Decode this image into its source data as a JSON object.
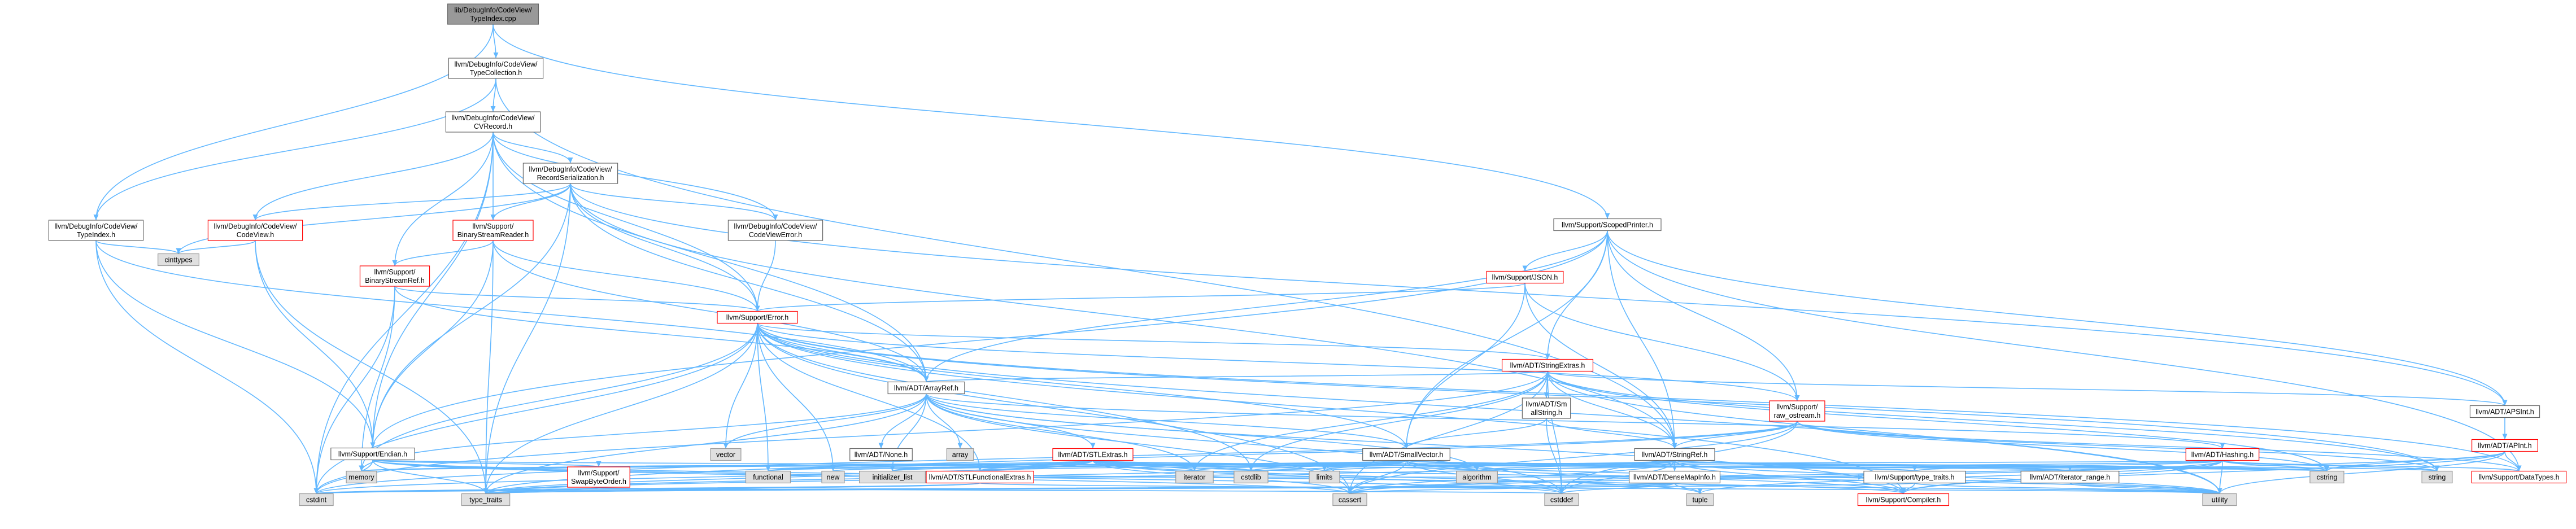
{
  "colors": {
    "root_fill": "#999999",
    "normal_fill": "#ffffff",
    "system_fill": "#e0e0e0",
    "normal_border": "#666666",
    "red_border": "#ff0000",
    "system_border": "#999999",
    "edge": "#63b8ff"
  },
  "nodes": [
    {
      "id": "root",
      "label": "lib/DebugInfo/CodeView/TypeIndex.cpp",
      "style": "root"
    },
    {
      "id": "typecollection",
      "label": "llvm/DebugInfo/CodeView/TypeCollection.h",
      "style": "normal"
    },
    {
      "id": "cvrecord",
      "label": "llvm/DebugInfo/CodeView/CVRecord.h",
      "style": "normal"
    },
    {
      "id": "recordserialization",
      "label": "llvm/DebugInfo/CodeView/RecordSerialization.h",
      "style": "normal"
    },
    {
      "id": "typeindex",
      "label": "llvm/DebugInfo/CodeView/TypeIndex.h",
      "style": "normal"
    },
    {
      "id": "codeview",
      "label": "llvm/DebugInfo/CodeView/CodeView.h",
      "style": "red"
    },
    {
      "id": "binarystreamreader",
      "label": "llvm/Support/BinaryStreamReader.h",
      "style": "red"
    },
    {
      "id": "codeviewerror",
      "label": "llvm/DebugInfo/CodeView/CodeViewError.h",
      "style": "normal"
    },
    {
      "id": "scopedprinter",
      "label": "llvm/Support/ScopedPrinter.h",
      "style": "normal"
    },
    {
      "id": "cinttypes",
      "label": "cinttypes",
      "style": "system"
    },
    {
      "id": "binarystreamref",
      "label": "llvm/Support/BinaryStreamRef.h",
      "style": "red"
    },
    {
      "id": "json",
      "label": "llvm/Support/JSON.h",
      "style": "red"
    },
    {
      "id": "error",
      "label": "llvm/Support/Error.h",
      "style": "red"
    },
    {
      "id": "stringextras",
      "label": "llvm/ADT/StringExtras.h",
      "style": "red"
    },
    {
      "id": "arrayref",
      "label": "llvm/ADT/ArrayRef.h",
      "style": "normal"
    },
    {
      "id": "smallstring",
      "label": "llvm/ADT/SmallString.h",
      "style": "normal"
    },
    {
      "id": "raw_ostream",
      "label": "llvm/Support/raw_ostream.h",
      "style": "red"
    },
    {
      "id": "apsint",
      "label": "llvm/ADT/APSInt.h",
      "style": "normal"
    },
    {
      "id": "apint",
      "label": "llvm/ADT/APInt.h",
      "style": "red"
    },
    {
      "id": "endian",
      "label": "llvm/Support/Endian.h",
      "style": "normal"
    },
    {
      "id": "vector",
      "label": "vector",
      "style": "system"
    },
    {
      "id": "none",
      "label": "llvm/ADT/None.h",
      "style": "normal"
    },
    {
      "id": "array",
      "label": "array",
      "style": "system"
    },
    {
      "id": "stlextras",
      "label": "llvm/ADT/STLExtras.h",
      "style": "red"
    },
    {
      "id": "smallvector",
      "label": "llvm/ADT/SmallVector.h",
      "style": "normal"
    },
    {
      "id": "stringref",
      "label": "llvm/ADT/StringRef.h",
      "style": "normal"
    },
    {
      "id": "hashing",
      "label": "llvm/ADT/Hashing.h",
      "style": "red"
    },
    {
      "id": "memory",
      "label": "memory",
      "style": "system"
    },
    {
      "id": "swapbyteorder",
      "label": "llvm/Support/SwapByteOrder.h",
      "style": "red"
    },
    {
      "id": "functional",
      "label": "functional",
      "style": "system"
    },
    {
      "id": "new",
      "label": "new",
      "style": "system"
    },
    {
      "id": "initializer_list",
      "label": "initializer_list",
      "style": "system"
    },
    {
      "id": "stlfunctionalextras",
      "label": "llvm/ADT/STLFunctionalExtras.h",
      "style": "red"
    },
    {
      "id": "iterator",
      "label": "iterator",
      "style": "system"
    },
    {
      "id": "cstdlib",
      "label": "cstdlib",
      "style": "system"
    },
    {
      "id": "limits",
      "label": "limits",
      "style": "system"
    },
    {
      "id": "algorithm",
      "label": "algorithm",
      "style": "system"
    },
    {
      "id": "densemapinfo",
      "label": "llvm/ADT/DenseMapInfo.h",
      "style": "normal"
    },
    {
      "id": "type_traits_support",
      "label": "llvm/Support/type_traits.h",
      "style": "normal"
    },
    {
      "id": "iterator_range",
      "label": "llvm/ADT/iterator_range.h",
      "style": "normal"
    },
    {
      "id": "cstring",
      "label": "cstring",
      "style": "system"
    },
    {
      "id": "string",
      "label": "string",
      "style": "system"
    },
    {
      "id": "datatypes",
      "label": "llvm/Support/DataTypes.h",
      "style": "red"
    },
    {
      "id": "cstdint",
      "label": "cstdint",
      "style": "system"
    },
    {
      "id": "type_traits",
      "label": "type_traits",
      "style": "system"
    },
    {
      "id": "cassert",
      "label": "cassert",
      "style": "system"
    },
    {
      "id": "cstddef",
      "label": "cstddef",
      "style": "system"
    },
    {
      "id": "tuple",
      "label": "tuple",
      "style": "system"
    },
    {
      "id": "compiler",
      "label": "llvm/Support/Compiler.h",
      "style": "red"
    },
    {
      "id": "utility",
      "label": "utility",
      "style": "system"
    }
  ],
  "edges": [
    [
      "root",
      "typecollection"
    ],
    [
      "root",
      "typeindex"
    ],
    [
      "root",
      "scopedprinter"
    ],
    [
      "typecollection",
      "cvrecord"
    ],
    [
      "typecollection",
      "typeindex"
    ],
    [
      "typecollection",
      "stringref"
    ],
    [
      "cvrecord",
      "recordserialization"
    ],
    [
      "cvrecord",
      "codeview"
    ],
    [
      "cvrecord",
      "codeviewerror"
    ],
    [
      "cvrecord",
      "binarystreamreader"
    ],
    [
      "cvrecord",
      "binarystreamref"
    ],
    [
      "cvrecord",
      "error"
    ],
    [
      "cvrecord",
      "arrayref"
    ],
    [
      "cvrecord",
      "endian"
    ],
    [
      "cvrecord",
      "cstdint"
    ],
    [
      "recordserialization",
      "codeview"
    ],
    [
      "recordserialization",
      "codeviewerror"
    ],
    [
      "recordserialization",
      "binarystreamreader"
    ],
    [
      "recordserialization",
      "error"
    ],
    [
      "recordserialization",
      "arrayref"
    ],
    [
      "recordserialization",
      "endian"
    ],
    [
      "recordserialization",
      "stringref"
    ],
    [
      "recordserialization",
      "apsint"
    ],
    [
      "recordserialization",
      "cinttypes"
    ],
    [
      "recordserialization",
      "type_traits"
    ],
    [
      "typeindex",
      "cinttypes"
    ],
    [
      "typeindex",
      "endian"
    ],
    [
      "typeindex",
      "cstdint"
    ],
    [
      "typeindex",
      "arrayref"
    ],
    [
      "codeview",
      "cinttypes"
    ],
    [
      "codeview",
      "endian"
    ],
    [
      "codeview",
      "type_traits"
    ],
    [
      "binarystreamreader",
      "binarystreamref"
    ],
    [
      "binarystreamreader",
      "error"
    ],
    [
      "binarystreamreader",
      "endian"
    ],
    [
      "binarystreamreader",
      "arrayref"
    ],
    [
      "binarystreamreader",
      "type_traits"
    ],
    [
      "binarystreamref",
      "error"
    ],
    [
      "binarystreamref",
      "arrayref"
    ],
    [
      "binarystreamref",
      "memory"
    ],
    [
      "binarystreamref",
      "cstdint"
    ],
    [
      "codeviewerror",
      "error"
    ],
    [
      "scopedprinter",
      "json"
    ],
    [
      "scopedprinter",
      "stringextras"
    ],
    [
      "scopedprinter",
      "raw_ostream"
    ],
    [
      "scopedprinter",
      "apsint"
    ],
    [
      "scopedprinter",
      "arrayref"
    ],
    [
      "scopedprinter",
      "smallvector"
    ],
    [
      "scopedprinter",
      "stringref"
    ],
    [
      "scopedprinter",
      "endian"
    ],
    [
      "scopedprinter",
      "datatypes"
    ],
    [
      "json",
      "error"
    ],
    [
      "json",
      "stringref"
    ],
    [
      "json",
      "raw_ostream"
    ],
    [
      "json",
      "smallvector"
    ],
    [
      "json",
      "cmath"
    ],
    [
      "error",
      "stringextras"
    ],
    [
      "error",
      "raw_ostream"
    ],
    [
      "error",
      "smallvector"
    ],
    [
      "error",
      "arrayref"
    ],
    [
      "error",
      "stlfunctionalextras"
    ],
    [
      "error",
      "compiler"
    ],
    [
      "error",
      "memory"
    ],
    [
      "error",
      "vector"
    ],
    [
      "error",
      "cassert"
    ],
    [
      "error",
      "cstdint"
    ],
    [
      "error",
      "cstdlib"
    ],
    [
      "error",
      "functional"
    ],
    [
      "error",
      "new"
    ],
    [
      "error",
      "string"
    ],
    [
      "error",
      "type_traits"
    ],
    [
      "error",
      "utility"
    ],
    [
      "error",
      "datatypes"
    ],
    [
      "stringextras",
      "arrayref"
    ],
    [
      "stringextras",
      "smallstring"
    ],
    [
      "stringextras",
      "stringref"
    ],
    [
      "stringextras",
      "apsint"
    ],
    [
      "stringextras",
      "iterator"
    ],
    [
      "stringextras",
      "cassert"
    ],
    [
      "stringextras",
      "cstddef"
    ],
    [
      "stringextras",
      "cstdint"
    ],
    [
      "stringextras",
      "cstdlib"
    ],
    [
      "stringextras",
      "cstring"
    ],
    [
      "stringextras",
      "string"
    ],
    [
      "stringextras",
      "utility"
    ],
    [
      "arrayref",
      "none"
    ],
    [
      "arrayref",
      "smallvector"
    ],
    [
      "arrayref",
      "hashing"
    ],
    [
      "arrayref",
      "stlextras"
    ],
    [
      "arrayref",
      "compiler"
    ],
    [
      "arrayref",
      "algorithm"
    ],
    [
      "arrayref",
      "array"
    ],
    [
      "arrayref",
      "cassert"
    ],
    [
      "arrayref",
      "cstddef"
    ],
    [
      "arrayref",
      "initializer_list"
    ],
    [
      "arrayref",
      "iterator"
    ],
    [
      "arrayref",
      "memory"
    ],
    [
      "arrayref",
      "type_traits"
    ],
    [
      "arrayref",
      "vector"
    ],
    [
      "smallstring",
      "smallvector"
    ],
    [
      "smallstring",
      "stringref"
    ],
    [
      "smallstring",
      "cstddef"
    ],
    [
      "raw_ostream",
      "stringref"
    ],
    [
      "raw_ostream",
      "datatypes"
    ],
    [
      "raw_ostream",
      "cassert"
    ],
    [
      "raw_ostream",
      "cstddef"
    ],
    [
      "raw_ostream",
      "cstdint"
    ],
    [
      "raw_ostream",
      "cstring"
    ],
    [
      "raw_ostream",
      "string"
    ],
    [
      "raw_ostream",
      "type_traits"
    ],
    [
      "raw_ostream",
      "system_error"
    ],
    [
      "apsint",
      "apint"
    ],
    [
      "apint",
      "compiler"
    ],
    [
      "apint",
      "datatypes"
    ],
    [
      "apint",
      "cassert"
    ],
    [
      "apint",
      "cstring"
    ],
    [
      "apint",
      "utility"
    ],
    [
      "endian",
      "compiler"
    ],
    [
      "endian",
      "swapbyteorder"
    ],
    [
      "endian",
      "cassert"
    ],
    [
      "endian",
      "cstddef"
    ],
    [
      "endian",
      "cstdint"
    ],
    [
      "endian",
      "cstring"
    ],
    [
      "endian",
      "type_traits"
    ],
    [
      "stlextras",
      "stlfunctionalextras"
    ],
    [
      "stlextras",
      "iterator_range"
    ],
    [
      "stlextras",
      "algorithm"
    ],
    [
      "stlextras",
      "cassert"
    ],
    [
      "stlextras",
      "cstddef"
    ],
    [
      "stlextras",
      "cstdint"
    ],
    [
      "stlextras",
      "cstdlib"
    ],
    [
      "stlextras",
      "functional"
    ],
    [
      "stlextras",
      "initializer_list"
    ],
    [
      "stlextras",
      "iterator"
    ],
    [
      "stlextras",
      "limits"
    ],
    [
      "stlextras",
      "memory"
    ],
    [
      "stlextras",
      "tuple"
    ],
    [
      "stlextras",
      "type_traits"
    ],
    [
      "stlextras",
      "utility"
    ],
    [
      "stlextras",
      "type_traits_support"
    ],
    [
      "smallvector",
      "compiler"
    ],
    [
      "smallvector",
      "type_traits_support"
    ],
    [
      "smallvector",
      "algorithm"
    ],
    [
      "smallvector",
      "cassert"
    ],
    [
      "smallvector",
      "cstddef"
    ],
    [
      "smallvector",
      "cstdlib"
    ],
    [
      "smallvector",
      "cstring"
    ],
    [
      "smallvector",
      "functional"
    ],
    [
      "smallvector",
      "initializer_list"
    ],
    [
      "smallvector",
      "iterator"
    ],
    [
      "smallvector",
      "limits"
    ],
    [
      "smallvector",
      "memory"
    ],
    [
      "smallvector",
      "new"
    ],
    [
      "smallvector",
      "type_traits"
    ],
    [
      "smallvector",
      "utility"
    ],
    [
      "stringref",
      "densemapinfo"
    ],
    [
      "stringref",
      "stlfunctionalextras"
    ],
    [
      "stringref",
      "iterator_range"
    ],
    [
      "stringref",
      "compiler"
    ],
    [
      "stringref",
      "algorithm"
    ],
    [
      "stringref",
      "cassert"
    ],
    [
      "stringref",
      "cstddef"
    ],
    [
      "stringref",
      "cstring"
    ],
    [
      "stringref",
      "limits"
    ],
    [
      "stringref",
      "string"
    ],
    [
      "stringref",
      "type_traits"
    ],
    [
      "stringref",
      "utility"
    ],
    [
      "hashing",
      "type_traits_support"
    ],
    [
      "hashing",
      "algorithm"
    ],
    [
      "hashing",
      "cassert"
    ],
    [
      "hashing",
      "cstring"
    ],
    [
      "hashing",
      "string"
    ],
    [
      "hashing",
      "tuple"
    ],
    [
      "hashing",
      "utility"
    ],
    [
      "hashing",
      "datatypes"
    ],
    [
      "hashing",
      "compiler"
    ],
    [
      "hashing",
      "swapbyteorder"
    ],
    [
      "swapbyteorder",
      "cstddef"
    ],
    [
      "swapbyteorder",
      "cstdint"
    ],
    [
      "swapbyteorder",
      "type_traits"
    ],
    [
      "stlfunctionalextras",
      "type_traits"
    ],
    [
      "stlfunctionalextras",
      "cstdint"
    ],
    [
      "stlfunctionalextras",
      "utility"
    ],
    [
      "stlfunctionalextras",
      "type_traits_support"
    ],
    [
      "densemapinfo",
      "cassert"
    ],
    [
      "densemapinfo",
      "cstddef"
    ],
    [
      "densemapinfo",
      "cstdint"
    ],
    [
      "densemapinfo",
      "tuple"
    ],
    [
      "densemapinfo",
      "type_traits"
    ],
    [
      "densemapinfo",
      "utility"
    ],
    [
      "type_traits_support",
      "compiler"
    ],
    [
      "type_traits_support",
      "type_traits"
    ],
    [
      "type_traits_support",
      "utility"
    ],
    [
      "iterator_range",
      "utility"
    ]
  ]
}
